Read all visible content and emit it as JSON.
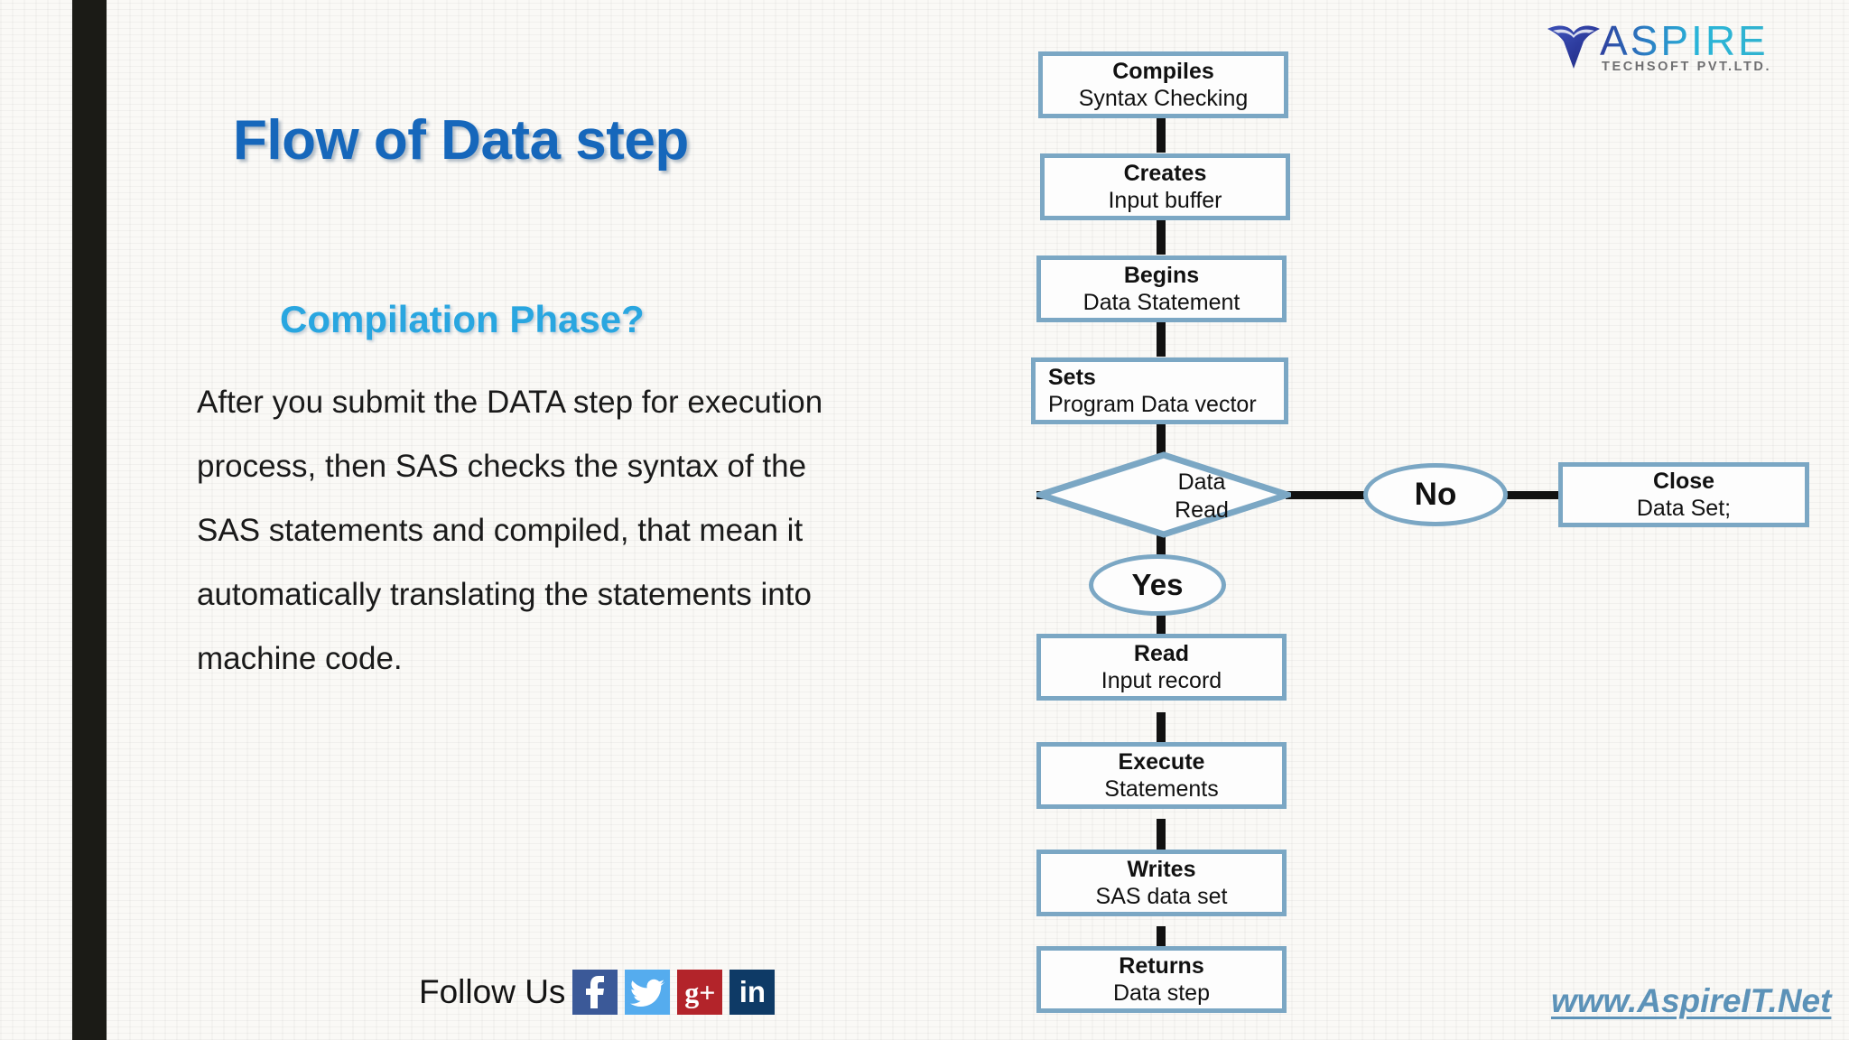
{
  "slide": {
    "title": "Flow of Data step",
    "subtitle": "Compilation Phase?",
    "body": "After you submit the DATA step for execution process, then SAS checks the syntax of the SAS statements and compiled, that mean it automatically translating the statements into machine code."
  },
  "brand": {
    "logo_word": "ASPIRE",
    "logo_sub": "TECHSOFT PVT.LTD.",
    "logo_mark_icon": "chevron-v-logo-icon",
    "site_url": "www.AspireIT.Net",
    "accent_blue": "#1667bb",
    "accent_cyan": "#29a6e0",
    "flow_border": "#7ba7c4",
    "dark_bar": "#1b1b16"
  },
  "footer": {
    "follow_label": "Follow Us",
    "socials": [
      {
        "name": "facebook-icon",
        "glyph": "f",
        "color": "#3b5998"
      },
      {
        "name": "twitter-icon",
        "glyph": "t",
        "color": "#55acee"
      },
      {
        "name": "google-plus-icon",
        "glyph": "g+",
        "color": "#b3242a"
      },
      {
        "name": "linkedin-icon",
        "glyph": "in",
        "color": "#0e3a66"
      }
    ]
  },
  "chart_data": {
    "type": "diagram",
    "title": "Flow of Data step",
    "nodes": [
      {
        "id": "compiles",
        "shape": "process",
        "line1": "Compiles",
        "line2": "Syntax Checking"
      },
      {
        "id": "creates",
        "shape": "process",
        "line1": "Creates",
        "line2": "Input buffer"
      },
      {
        "id": "begins",
        "shape": "process",
        "line1": "Begins",
        "line2": "Data Statement"
      },
      {
        "id": "sets",
        "shape": "process",
        "line1": "Sets",
        "line2": "Program Data vector",
        "align": "left"
      },
      {
        "id": "data-read",
        "shape": "decision",
        "line1": "Data",
        "line2": "Read"
      },
      {
        "id": "yes",
        "shape": "ellipse",
        "line1": "Yes"
      },
      {
        "id": "no",
        "shape": "ellipse",
        "line1": "No"
      },
      {
        "id": "close",
        "shape": "process",
        "line1": "Close",
        "line2": "Data Set;"
      },
      {
        "id": "read",
        "shape": "process",
        "line1": "Read",
        "line2": "Input record"
      },
      {
        "id": "execute",
        "shape": "process",
        "line1": "Execute",
        "line2": "Statements"
      },
      {
        "id": "writes",
        "shape": "process",
        "line1": "Writes",
        "line2": "SAS data set"
      },
      {
        "id": "returns",
        "shape": "process",
        "line1": "Returns",
        "line2": "Data step"
      }
    ],
    "edges": [
      {
        "from": "compiles",
        "to": "creates"
      },
      {
        "from": "creates",
        "to": "begins"
      },
      {
        "from": "begins",
        "to": "sets"
      },
      {
        "from": "sets",
        "to": "data-read"
      },
      {
        "from": "data-read",
        "to": "no",
        "label": "No"
      },
      {
        "from": "no",
        "to": "close"
      },
      {
        "from": "data-read",
        "to": "yes",
        "label": "Yes"
      },
      {
        "from": "yes",
        "to": "read"
      },
      {
        "from": "read",
        "to": "execute"
      },
      {
        "from": "execute",
        "to": "writes"
      },
      {
        "from": "writes",
        "to": "returns"
      }
    ]
  }
}
